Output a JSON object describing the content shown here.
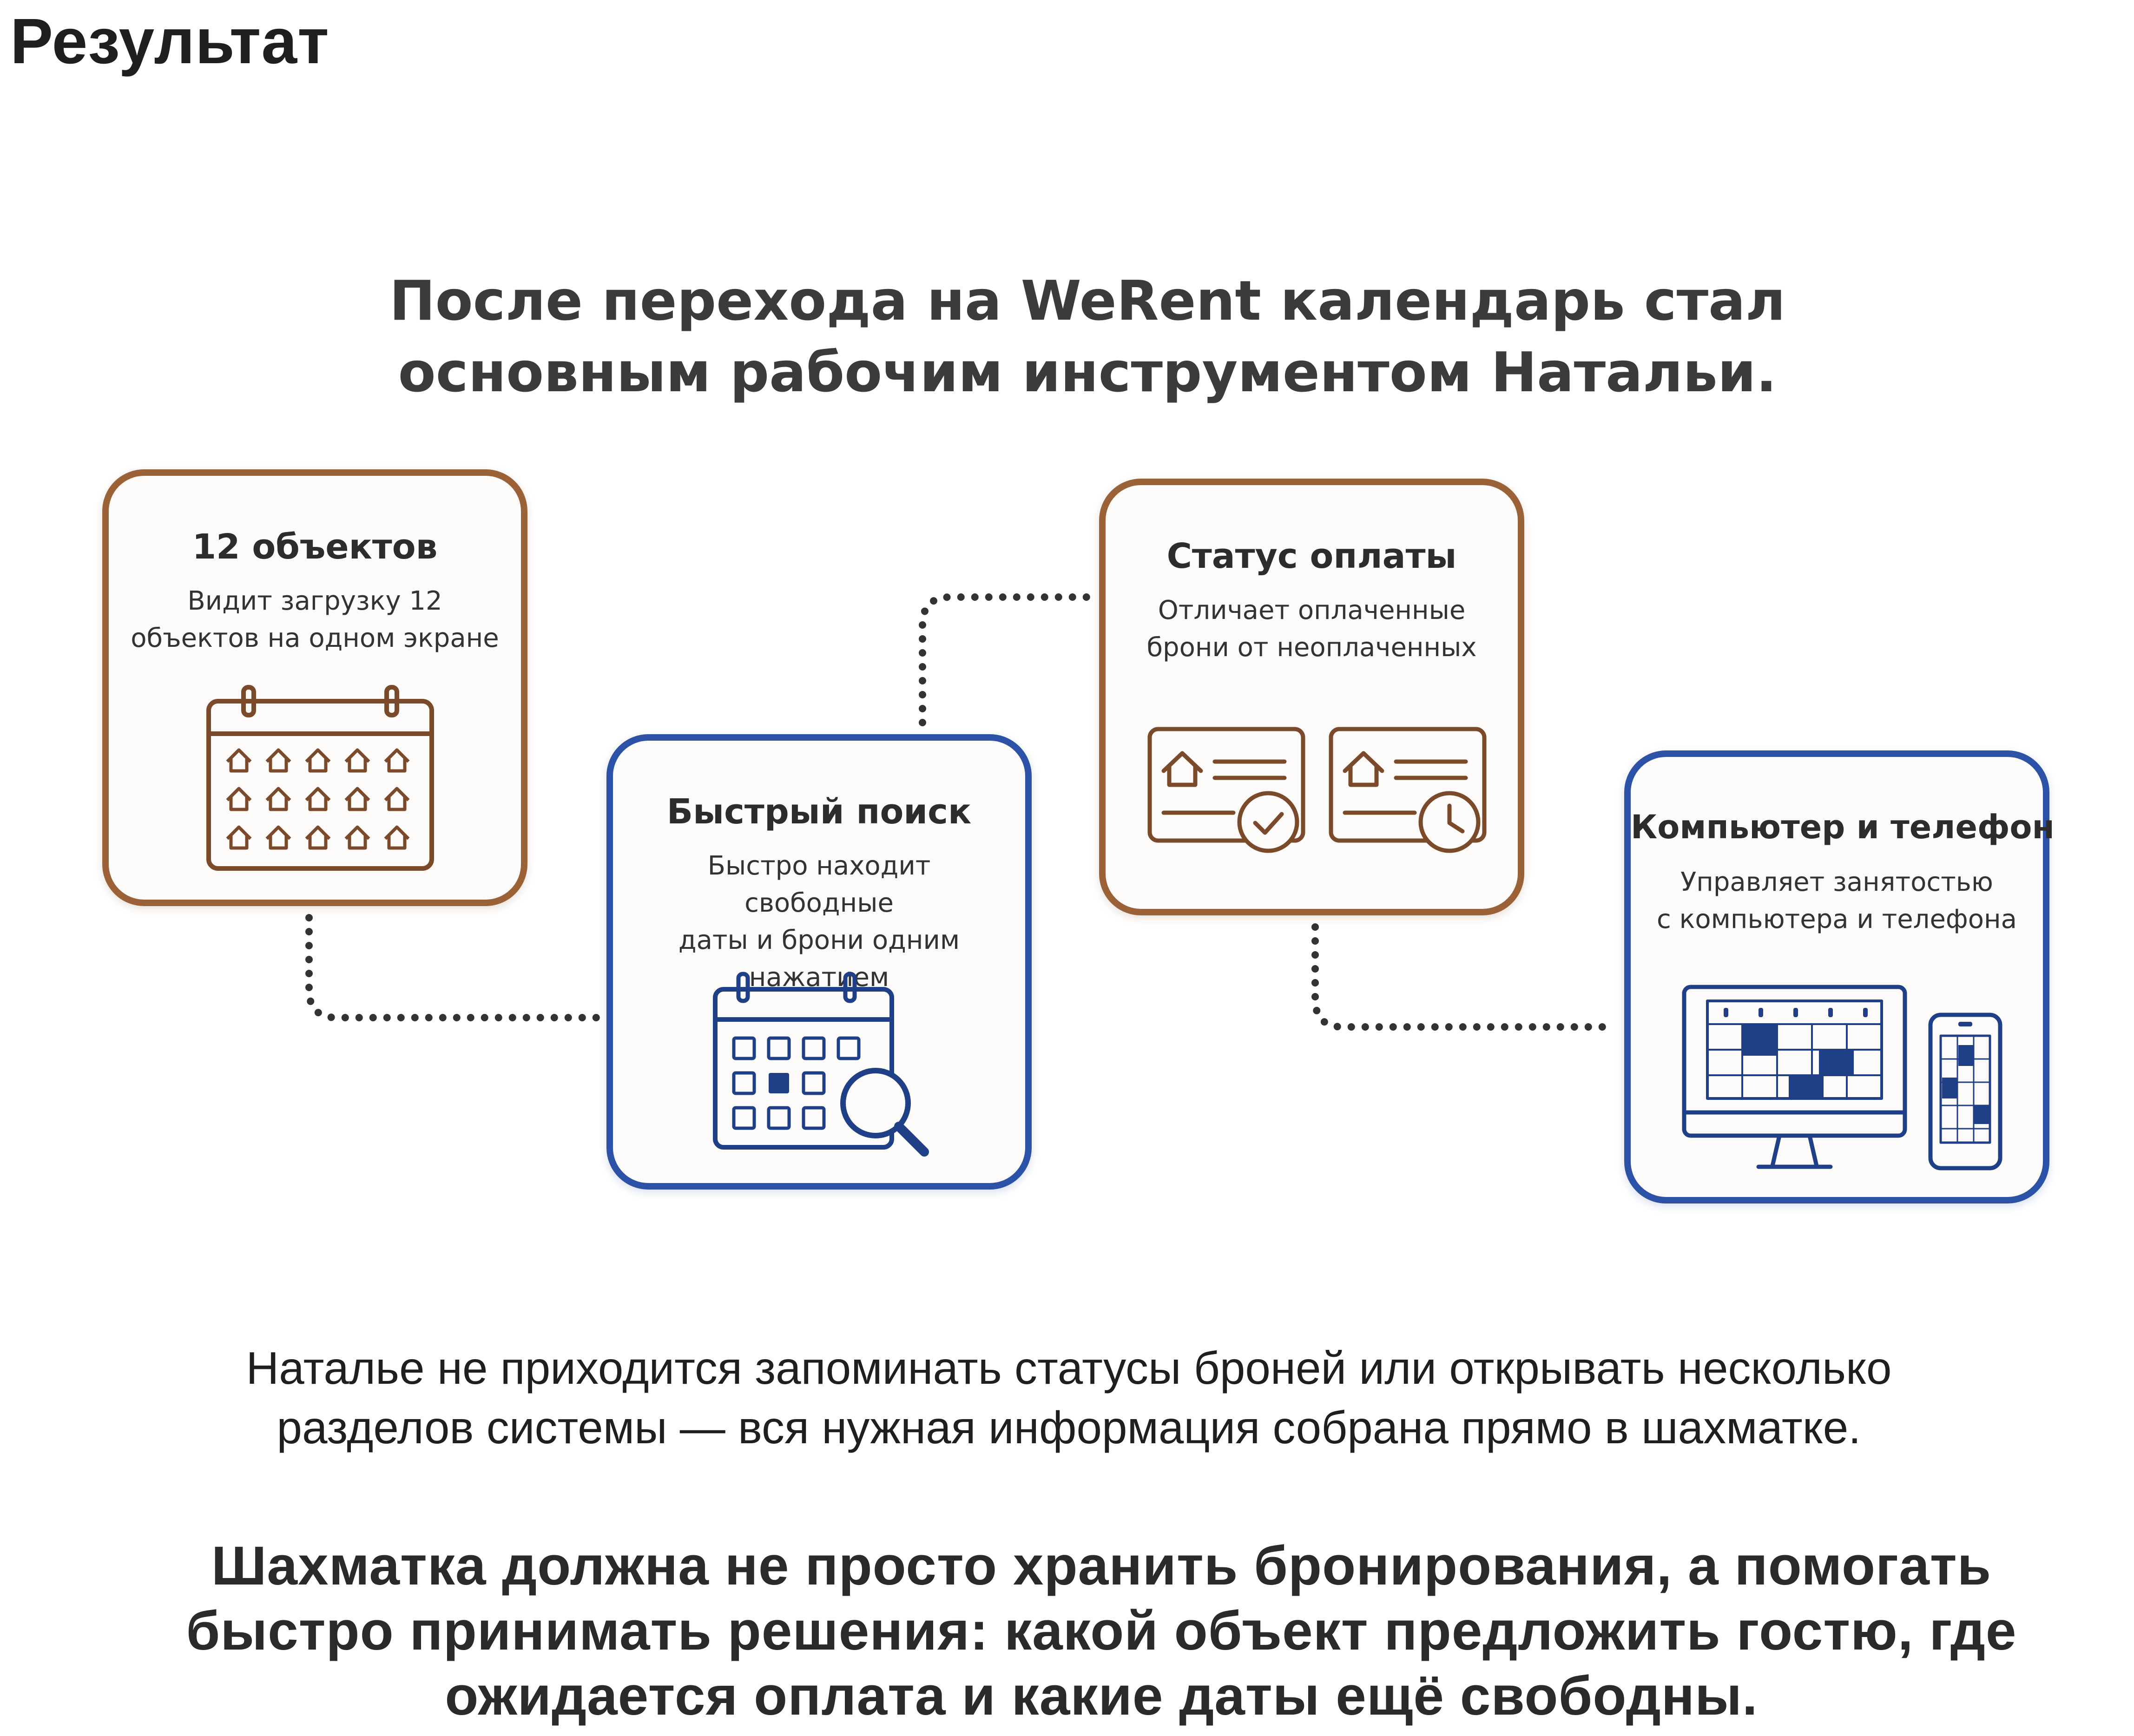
{
  "page": {
    "title": "Результат"
  },
  "figure": {
    "title": "После перехода на WeRent календарь стал\nосновным рабочим инструментом Натальи.",
    "cards": [
      {
        "title": "12 объектов",
        "description": "Видит загрузку 12\nобъектов на одном экране",
        "icon": "calendar-houses-icon",
        "accent": "#9a6236"
      },
      {
        "title": "Быстрый поиск",
        "description": "Быстро находит свободные\nдаты и брони одним\nнажатием",
        "icon": "calendar-search-icon",
        "accent": "#2b52a6"
      },
      {
        "title": "Статус оплаты",
        "description": "Отличает оплаченные\nброни от неоплаченных",
        "icon": "payment-status-icon",
        "accent": "#9a6236"
      },
      {
        "title": "Компьютер и телефон",
        "description": "Управляет занятостью\nс компьютера и телефона",
        "icon": "devices-icon",
        "accent": "#2b52a6"
      }
    ]
  },
  "paragraph": "Наталье не приходится запоминать статусы броней или открывать несколько\nразделов системы — вся нужная информация собрана прямо в шахматке.",
  "conclusion": "Шахматка должна не просто хранить бронирования, а помогать\nбыстро принимать решения: какой объект предложить гостю, где\nожидается оплата и какие даты ещё свободны.",
  "colors": {
    "brown": "#9a6236",
    "blue": "#2b52a6",
    "connector": "#333333"
  }
}
